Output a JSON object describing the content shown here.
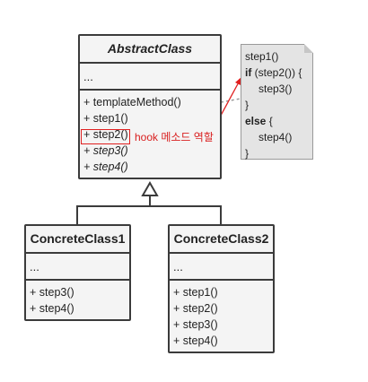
{
  "abstract_class": {
    "name": "AbstractClass",
    "fields": "...",
    "methods": [
      {
        "label": "+ templateMethod()",
        "italic": false
      },
      {
        "label": "+ step1()",
        "italic": false
      },
      {
        "label": "+ step2()",
        "italic": false
      },
      {
        "label": "+ step3()",
        "italic": true
      },
      {
        "label": "+ step4()",
        "italic": true
      }
    ]
  },
  "concrete_class_1": {
    "name": "ConcreteClass1",
    "fields": "...",
    "methods": [
      "+ step3()",
      "+ step4()"
    ]
  },
  "concrete_class_2": {
    "name": "ConcreteClass2",
    "fields": "...",
    "methods": [
      "+ step1()",
      "+ step2()",
      "+ step3()",
      "+ step4()"
    ]
  },
  "note": {
    "lines": [
      {
        "kw": "",
        "text": "step1()",
        "indent": false
      },
      {
        "kw": "if",
        "text": " (step2()) {",
        "indent": false
      },
      {
        "kw": "",
        "text": "step3()",
        "indent": true
      },
      {
        "kw": "",
        "text": "}",
        "indent": false
      },
      {
        "kw": "else",
        "text": " {",
        "indent": false
      },
      {
        "kw": "",
        "text": "step4()",
        "indent": true
      },
      {
        "kw": "",
        "text": "}",
        "indent": false
      }
    ]
  },
  "annotation": {
    "label": "hook 메소드 역할",
    "color": "#d91f1f"
  },
  "colors": {
    "box_fill": "#f4f4f4",
    "box_border": "#3b3b3b",
    "note_fill": "#e4e4e4",
    "highlight": "#e02020"
  }
}
